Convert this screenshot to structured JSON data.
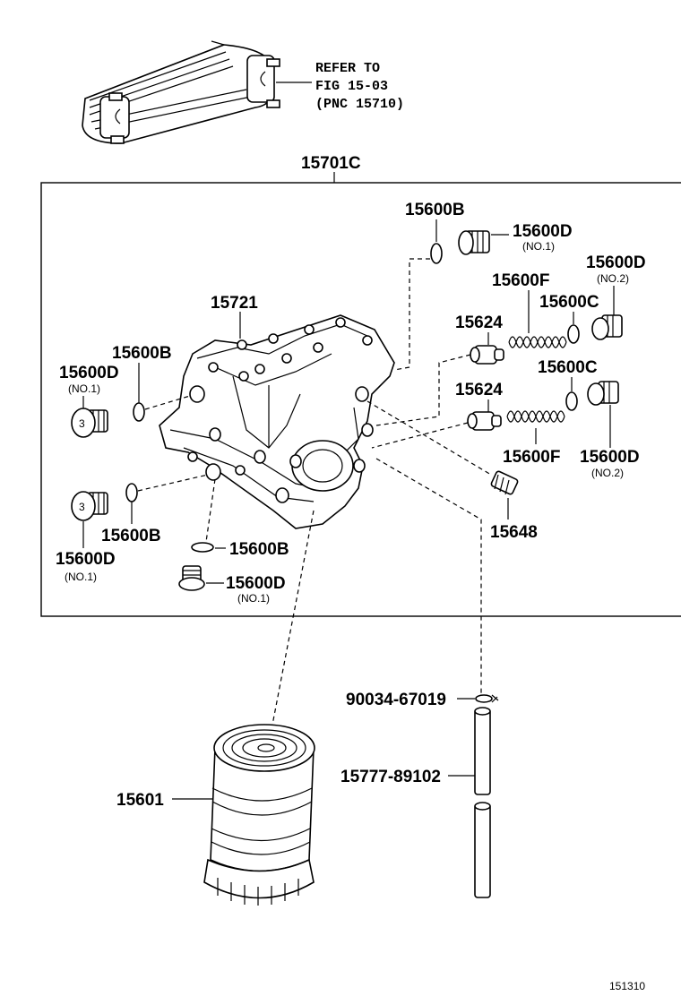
{
  "refer_note": {
    "line1": "REFER TO",
    "line2": "FIG 15-03",
    "line3": "(PNC 15710)"
  },
  "group_label": "15701C",
  "parts": {
    "oil_filter": "15601",
    "housing": "15721",
    "plug_d_no1": "15600D",
    "plug_d_no1_sub": "(NO.1)",
    "plug_d_no2": "15600D",
    "plug_d_no2_sub": "(NO.2)",
    "gasket_b": "15600B",
    "gasket_c": "15600C",
    "spring_f": "15600F",
    "valve": "15624",
    "relief_valve": "15648",
    "pin": "90034-67019",
    "pipe": "15777-89102"
  },
  "diagram_id": "151310",
  "colors": {
    "line": "#000000",
    "background": "#ffffff"
  }
}
